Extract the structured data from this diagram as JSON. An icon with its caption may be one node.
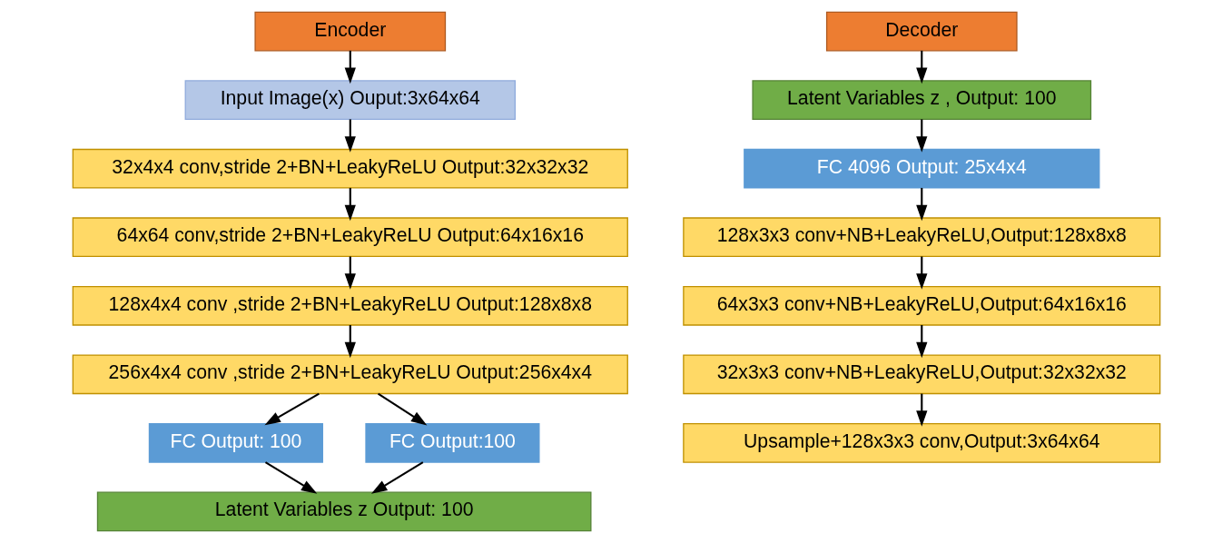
{
  "diagram": {
    "nodes": [
      {
        "text": [
          "Encoder"
        ]
      },
      {
        "text": [
          "Input Image(x) Ouput:3x64x64"
        ]
      },
      {
        "text": [
          "32x4x4 conv,stride 2+BN+LeakyReLU Output:32x32x32"
        ]
      },
      {
        "text": [
          "64x64 conv,stride 2+BN+LeakyReLU Output:64x16x16"
        ]
      },
      {
        "text": [
          "128x4x4 conv ,stride 2+BN+LeakyReLU Output:128x8x8"
        ]
      },
      {
        "text": [
          "256x4x4 conv ,stride 2+BN+LeakyReLU Output:256x4x4"
        ]
      },
      {
        "text": [
          "FC Output: 100"
        ]
      },
      {
        "text": [
          "FC Output:100"
        ]
      },
      {
        "text": [
          "Latent Variables z Output: 100"
        ]
      },
      {
        "text": [
          "Decoder"
        ]
      },
      {
        "text": [
          "Latent Variables z , Output: 100"
        ]
      },
      {
        "text": [
          "FC 4096 Output: 25x4x4"
        ]
      },
      {
        "text": [
          "128x3x3 conv+NB+LeakyReLU,Output:128x8x8"
        ]
      },
      {
        "text": [
          "64x3x3 conv+NB+LeakyReLU,Output:64x16x16"
        ]
      },
      {
        "text": [
          "32x3x3 conv+NB+LeakyReLU,Output:32x32x32"
        ]
      },
      {
        "text": [
          "Upsample+128x3x3 conv,Output:3x64x64"
        ]
      }
    ],
    "edges": [
      {
        "from": 0,
        "to": 1,
        "arrow": "to"
      },
      {
        "from": 1,
        "to": 2,
        "arrow": "to"
      },
      {
        "from": 2,
        "to": 3,
        "arrow": "to"
      },
      {
        "from": 3,
        "to": 4,
        "arrow": "to"
      },
      {
        "from": 4,
        "to": 5,
        "arrow": "to"
      },
      {
        "from": 5,
        "to": 6,
        "arrow": "to"
      },
      {
        "from": 5,
        "to": 7,
        "arrow": "to"
      },
      {
        "from": 6,
        "to": 8,
        "arrow": "to"
      },
      {
        "from": 7,
        "to": 8,
        "arrow": "to"
      },
      {
        "from": 9,
        "to": 10,
        "arrow": "to"
      },
      {
        "from": 10,
        "to": 11,
        "arrow": "to"
      },
      {
        "from": 11,
        "to": 12,
        "arrow": "to"
      },
      {
        "from": 12,
        "to": 13,
        "arrow": "to"
      },
      {
        "from": 13,
        "to": 14,
        "arrow": "to"
      },
      {
        "from": 14,
        "to": 15,
        "arrow": "to"
      }
    ]
  }
}
